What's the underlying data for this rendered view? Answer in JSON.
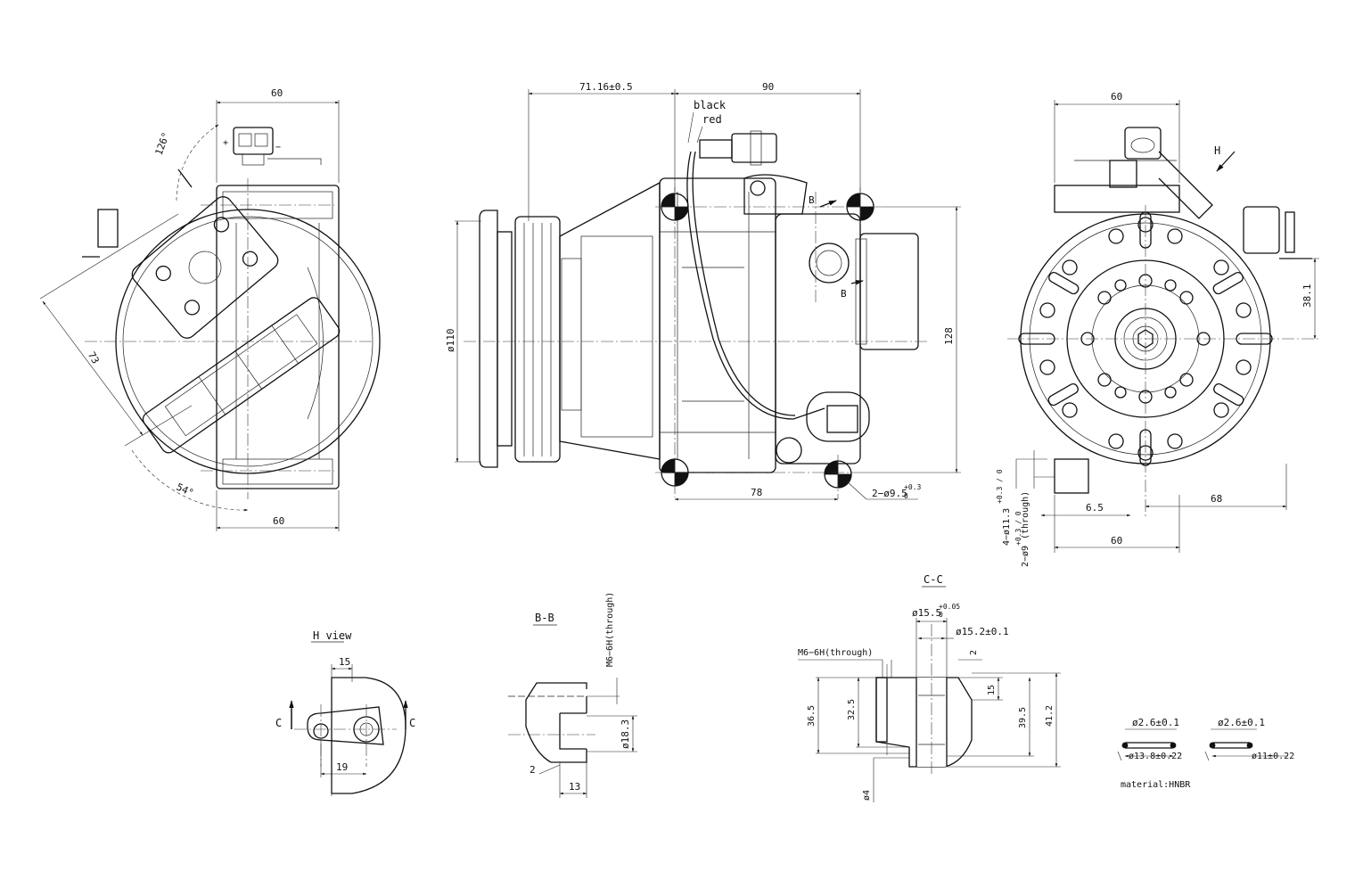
{
  "views": {
    "left": {
      "dim_top": "60",
      "dim_bottom": "60",
      "angle_top": "126°",
      "angle_bottom": "54°",
      "dim_diag": "73",
      "pole_plus": "+",
      "pole_minus": "−"
    },
    "front": {
      "dim_offset": "71.16±0.5",
      "dim_length": "90",
      "wire_black": "black",
      "wire_red": "red",
      "dim_pulley": "ø110",
      "dim_height": "128",
      "dim_mount": "78",
      "hole_note": "2−ø9.5",
      "hole_tol_upper": "+0.3",
      "hole_tol_lower": "0",
      "section_mark_top": "B",
      "section_mark_bottom": "B"
    },
    "right": {
      "dim_top": "60",
      "view_arrow": "H",
      "dim_height": "38.1",
      "dim_a": "6.5",
      "dim_b": "68",
      "dim_bottom": "60",
      "hole_note_1": "4−ø11.3",
      "hole_note_1_tol": "+0.3 / 0",
      "hole_note_2": "2−ø9",
      "hole_note_2_tol": "+0.3 / 0",
      "hole_note_2_suffix": "(through)"
    },
    "h_view": {
      "title": "H view",
      "dim_top": "15",
      "dim_bottom": "19",
      "cut_left": "C",
      "cut_right": "C"
    },
    "section_bb": {
      "title": "B-B",
      "thread": "M6−6H(through)",
      "dia": "ø18.3",
      "dim_small": "2",
      "dim_width": "13"
    },
    "section_cc": {
      "title": "C-C",
      "bore_dia": "ø15.5",
      "bore_tol_upper": "+0.05",
      "bore_tol_lower": "0",
      "bore_dia_2": "ø15.2±0.1",
      "thread": "M6−6H(through)",
      "dim_2": "2",
      "dim_15": "15",
      "dim_36_5": "36.5",
      "dim_32_5": "32.5",
      "dim_39_5": "39.5",
      "dim_41_2": "41.2",
      "dim_4": "ø4"
    },
    "orings": {
      "ring1_section": "ø2.6±0.1",
      "ring1_id": "ø13.8±0.22",
      "ring2_section": "ø2.6±0.1",
      "ring2_id": "ø11±0.22",
      "material": "material:HNBR"
    }
  }
}
